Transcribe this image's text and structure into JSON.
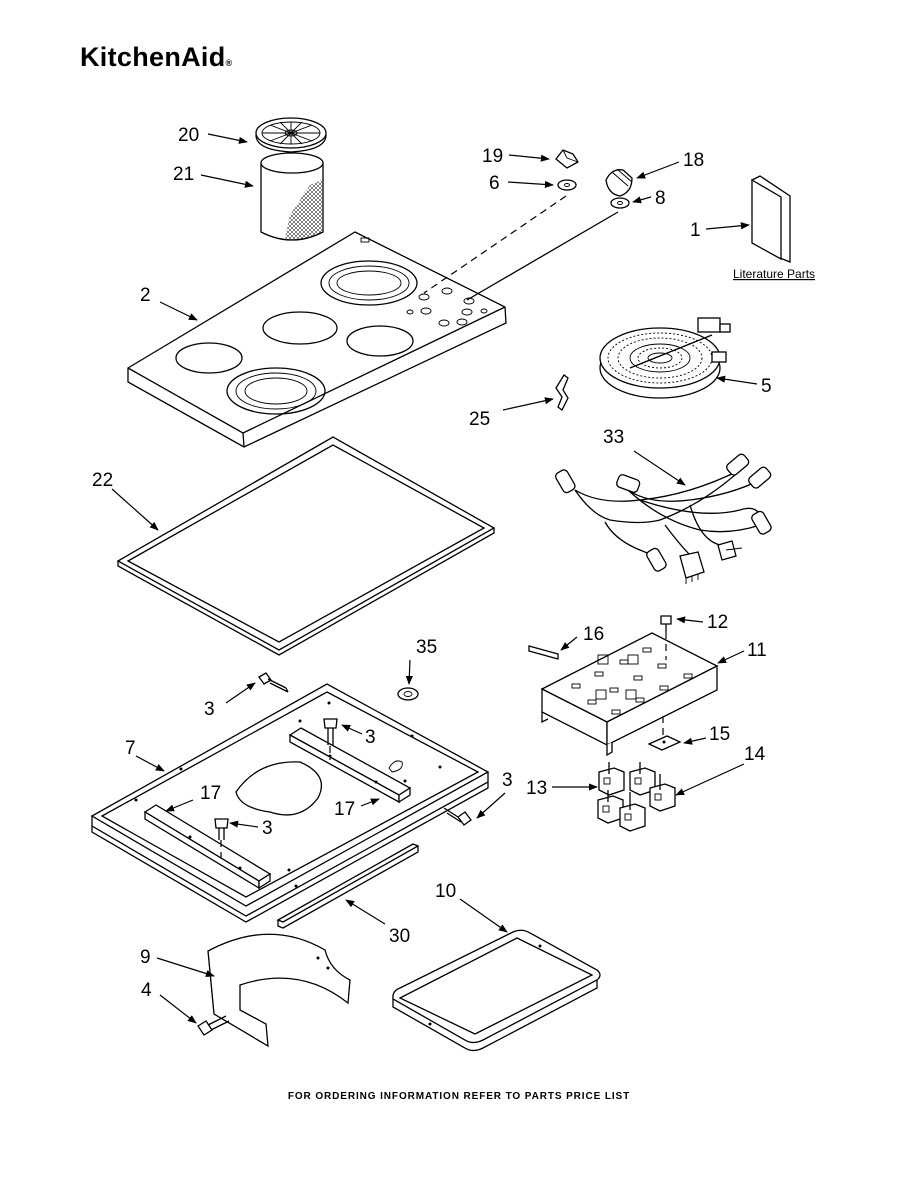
{
  "header": {
    "brand": "KitchenAid",
    "reg_mark": "®"
  },
  "callouts": {
    "c1": "1",
    "c2": "2",
    "c3a": "3",
    "c3b": "3",
    "c3c": "3",
    "c3d": "3",
    "c4": "4",
    "c5": "5",
    "c6": "6",
    "c7": "7",
    "c8": "8",
    "c9": "9",
    "c10": "10",
    "c11": "11",
    "c12": "12",
    "c13": "13",
    "c14": "14",
    "c15": "15",
    "c16": "16",
    "c17a": "17",
    "c17b": "17",
    "c18": "18",
    "c19": "19",
    "c20": "20",
    "c21": "21",
    "c22": "22",
    "c25": "25",
    "c30": "30",
    "c33": "33",
    "c35": "35"
  },
  "literature_label": "Literature Parts",
  "footer": {
    "text": "FOR ORDERING INFORMATION REFER TO PARTS PRICE LIST"
  },
  "icons": [
    "arrow-icon",
    "screw-icon"
  ],
  "colors": {
    "ink": "#000000",
    "paper": "#ffffff"
  }
}
